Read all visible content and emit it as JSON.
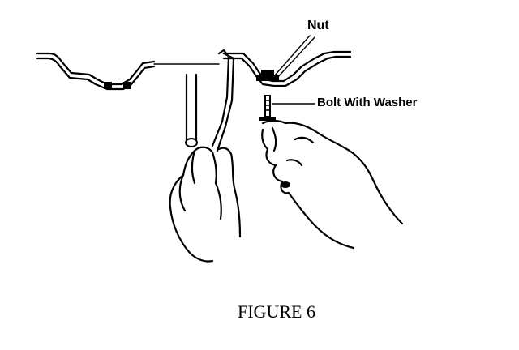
{
  "labels": {
    "nut": "Nut",
    "bolt_with_washer": "Bolt With Washer"
  },
  "caption": "FIGURE 6",
  "icons": {
    "illustration": "hands-installing-bolt-into-bracket"
  },
  "colors": {
    "ink": "#000000",
    "paper": "#ffffff"
  }
}
